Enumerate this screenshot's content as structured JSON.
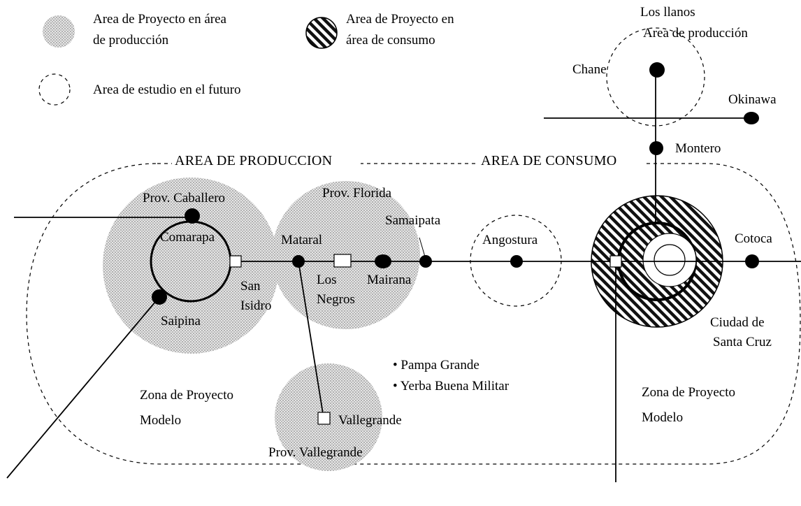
{
  "legend": {
    "production": [
      "Area de Proyecto en área",
      "de producción"
    ],
    "consumption": [
      "Area de Proyecto en",
      "área de consumo"
    ],
    "future": "Area de estudio en el futuro"
  },
  "headers": {
    "production_area": "AREA DE PRODUCCION",
    "consumption_area": "AREA DE CONSUMO"
  },
  "north": {
    "title": [
      "Los llanos",
      "Area de producción"
    ]
  },
  "places": {
    "chane": "Chane",
    "okinawa": "Okinawa",
    "montero": "Montero",
    "prov_caballero": "Prov. Caballero",
    "comarapa": "Comarapa",
    "saipina": "Saipina",
    "san_isidro": [
      "San",
      "Isidro"
    ],
    "mataral": "Mataral",
    "prov_florida": "Prov. Florida",
    "samaipata": "Samaipata",
    "los_negros": [
      "Los",
      "Negros"
    ],
    "mairana": "Mairana",
    "angostura": "Angostura",
    "cotoca": "Cotoca",
    "santa_cruz": [
      "Ciudad de",
      "Santa Cruz"
    ],
    "vallegrande": "Vallegrande",
    "prov_vallegrande": "Prov. Vallegrande"
  },
  "bullets": [
    "• Pampa Grande",
    "• Yerba Buena Militar"
  ],
  "model_zone": [
    "Zona de Proyecto",
    "Modelo"
  ]
}
